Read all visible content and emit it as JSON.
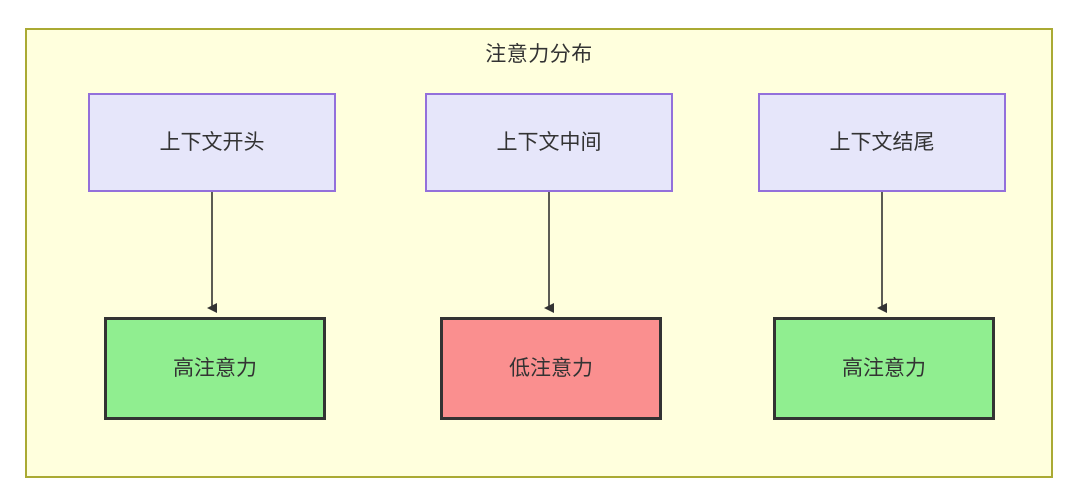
{
  "diagram": {
    "title": "注意力分布",
    "background_color": "#ffffff",
    "container": {
      "fill": "#ffffdd",
      "stroke": "#aaaa33"
    },
    "node_styles": {
      "context_fill": "#e6e6fa",
      "context_stroke": "#9370db",
      "high_attention_fill": "#90ee90",
      "low_attention_fill": "#fa8f8f",
      "attention_stroke": "#333333",
      "text_color": "#333333"
    },
    "nodes": {
      "context_start": "上下文开头",
      "context_middle": "上下文中间",
      "context_end": "上下文结尾",
      "attention_start": "高注意力",
      "attention_middle": "低注意力",
      "attention_end": "高注意力"
    },
    "edges": [
      {
        "from": "上下文开头",
        "to": "高注意力",
        "label": ""
      },
      {
        "from": "上下文中间",
        "to": "低注意力",
        "label": ""
      },
      {
        "from": "上下文结尾",
        "to": "高注意力",
        "label": ""
      }
    ]
  }
}
